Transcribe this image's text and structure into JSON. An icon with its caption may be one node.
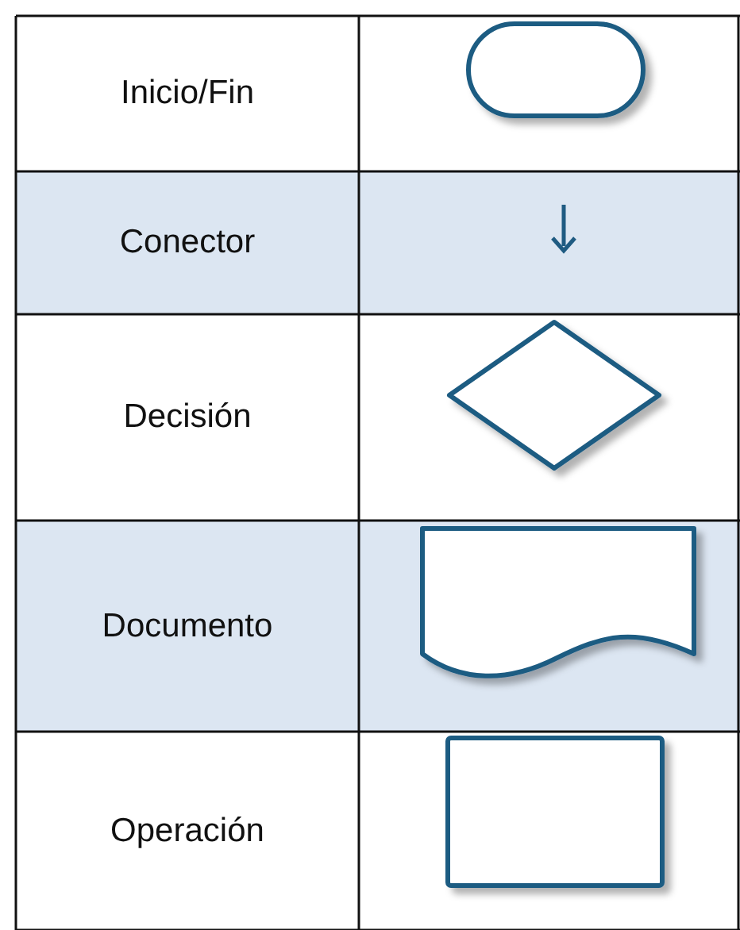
{
  "diagram": {
    "nodes": [
      {
        "text": [],
        "shape": "terminal"
      },
      {
        "text": [],
        "shape": "diamond"
      },
      {
        "text": [],
        "shape": "document"
      },
      {
        "text": [],
        "shape": "box"
      }
    ],
    "labels": [
      "Inicio/Fin",
      "Conector",
      "Decisión",
      "Documento",
      "Operación"
    ]
  }
}
